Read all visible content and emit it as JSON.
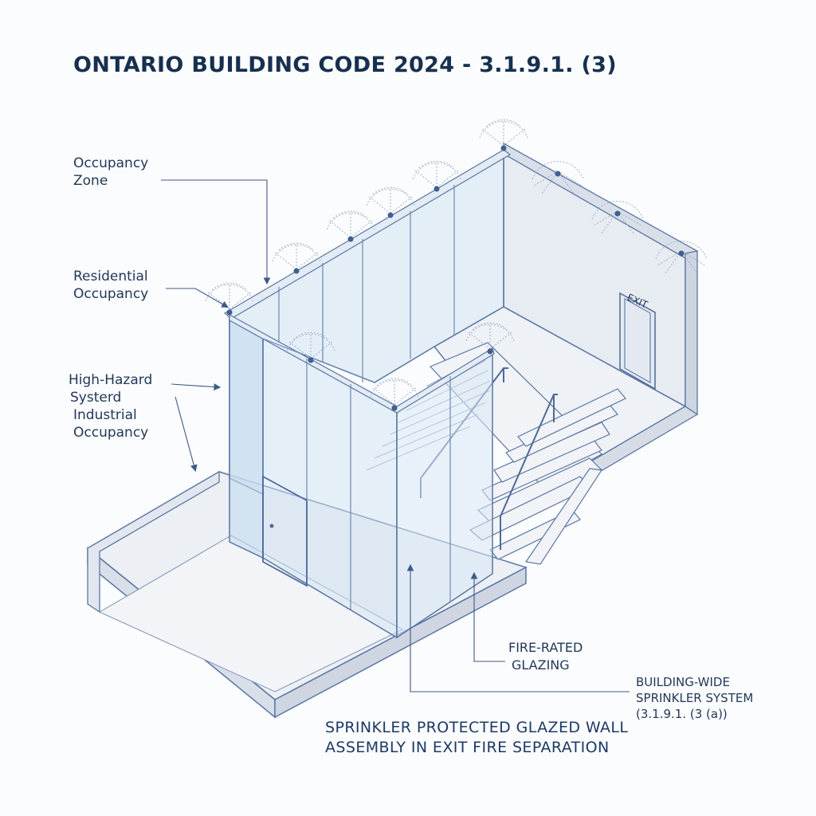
{
  "title": "ONTARIO BUILDING CODE 2024 - 3.1.9.1. (3)",
  "labels": {
    "occupancy_zone": [
      "Occupancy",
      "Zone"
    ],
    "residential": [
      "Residential",
      "Occupancy"
    ],
    "high_hazard": [
      "High-Hazard",
      "Systerd",
      "Industrial",
      "Occupancy"
    ],
    "fire_rated_glazing": [
      "FIRE-RATED",
      "GLAZING"
    ],
    "sprinkler_system": [
      "BUILDING-WIDE",
      "SPRINKLER SYSTEM",
      "(3.1.9.1. (3 (a))"
    ]
  },
  "exit_sign": "EXIT",
  "caption": [
    "SPRINKLER PROTECTED GLAZED WALL",
    "ASSEMBLY IN EXIT FIRE SEPARATION"
  ],
  "colors": {
    "line": "#5b77a3",
    "glass": "#cfe2f2",
    "floor": "#eef1f5",
    "wall": "#e6eaf1",
    "text": "#22395a"
  }
}
